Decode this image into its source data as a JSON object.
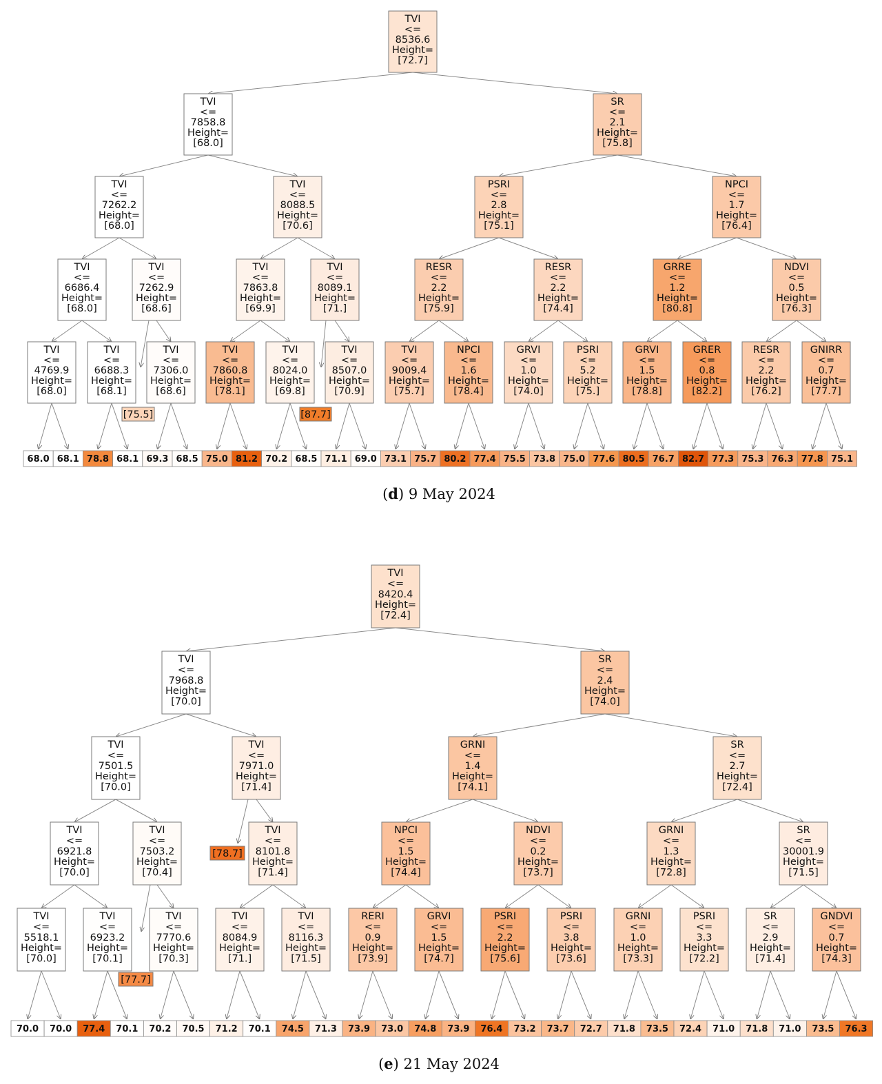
{
  "panels": [
    {
      "id": "d",
      "caption": {
        "letter": "d",
        "text": " 9 May 2024"
      },
      "nodes": [
        {
          "id": "n0",
          "feature": "TVI",
          "value": "8536.6",
          "height": "[72.7]",
          "color": "#fde4d2"
        },
        {
          "id": "n1",
          "feature": "TVI",
          "value": "7858.8",
          "height": "[68.0]",
          "color": "#ffffff"
        },
        {
          "id": "n2",
          "feature": "SR",
          "value": "2.1",
          "height": "[75.8]",
          "color": "#fbcdaf"
        },
        {
          "id": "n3",
          "feature": "TVI",
          "value": "7262.2",
          "height": "[68.0]",
          "color": "#ffffff"
        },
        {
          "id": "n4",
          "feature": "TVI",
          "value": "8088.5",
          "height": "[70.6]",
          "color": "#fdefe5"
        },
        {
          "id": "n5",
          "feature": "PSRI",
          "value": "2.8",
          "height": "[75.1]",
          "color": "#fcd3b7"
        },
        {
          "id": "n6",
          "feature": "NPCI",
          "value": "1.7",
          "height": "[76.4]",
          "color": "#fbc9a8"
        },
        {
          "id": "n7",
          "feature": "TVI",
          "value": "6686.4",
          "height": "[68.0]",
          "color": "#ffffff"
        },
        {
          "id": "n8",
          "feature": "TVI",
          "value": "7262.9",
          "height": "[68.6]",
          "color": "#fffcfa"
        },
        {
          "id": "n9",
          "feature": "TVI",
          "value": "7863.8",
          "height": "[69.9]",
          "color": "#fef3eb"
        },
        {
          "id": "n10",
          "feature": "TVI",
          "value": "8089.1",
          "height": "[71.]",
          "color": "#fdebdf"
        },
        {
          "id": "n11",
          "feature": "RESR",
          "value": "2.2",
          "height": "[75.9]",
          "color": "#fbcdaf"
        },
        {
          "id": "n12",
          "feature": "RESR",
          "value": "2.2",
          "height": "[74.4]",
          "color": "#fcd7bf"
        },
        {
          "id": "n13",
          "feature": "GRRE",
          "value": "1.2",
          "height": "[80.8]",
          "color": "#f7a66d"
        },
        {
          "id": "n14",
          "feature": "NDVI",
          "value": "0.5",
          "height": "[76.3]",
          "color": "#fbcaa9"
        },
        {
          "id": "n15",
          "feature": "TVI",
          "value": "4769.9",
          "height": "[68.0]",
          "color": "#ffffff"
        },
        {
          "id": "n16",
          "feature": "TVI",
          "value": "6688.3",
          "height": "[68.1]",
          "color": "#ffffff"
        },
        {
          "id": "n17",
          "feature": "TVI",
          "value": "7306.0",
          "height": "[68.6]",
          "color": "#fffcfa"
        },
        {
          "id": "n18",
          "feature": "TVI",
          "value": "7860.8",
          "height": "[78.1]",
          "color": "#f9bb91"
        },
        {
          "id": "n19",
          "feature": "TVI",
          "value": "8024.0",
          "height": "[69.8]",
          "color": "#fef3eb"
        },
        {
          "id": "n20",
          "feature": "TVI",
          "value": "8507.0",
          "height": "[70.9]",
          "color": "#fdede1"
        },
        {
          "id": "n21",
          "feature": "TVI",
          "value": "9009.4",
          "height": "[75.7]",
          "color": "#fbcdb0"
        },
        {
          "id": "n22",
          "feature": "NPCI",
          "value": "1.6",
          "height": "[78.4]",
          "color": "#f9b98e"
        },
        {
          "id": "n23",
          "feature": "GRVI",
          "value": "1.0",
          "height": "[74.0]",
          "color": "#fcdac3"
        },
        {
          "id": "n24",
          "feature": "PSRI",
          "value": "5.2",
          "height": "[75.]",
          "color": "#fcd3b7"
        },
        {
          "id": "n25",
          "feature": "GRVI",
          "value": "1.5",
          "height": "[78.8]",
          "color": "#f9b588"
        },
        {
          "id": "n26",
          "feature": "GRER",
          "value": "0.8",
          "height": "[82.2]",
          "color": "#f69a5b"
        },
        {
          "id": "n27",
          "feature": "RESR",
          "value": "2.2",
          "height": "[76.2]",
          "color": "#fbcaa9"
        },
        {
          "id": "n28",
          "feature": "GNIRR",
          "value": "0.7",
          "height": "[77.7]",
          "color": "#fabf97"
        },
        {
          "id": "s1",
          "leaf": "[75.5]",
          "color": "#fcd4b8"
        },
        {
          "id": "s2",
          "leaf": "[87.7]",
          "color": "#f07d2a"
        }
      ],
      "leaves": [
        {
          "value": "68.0",
          "color": "#ffffff"
        },
        {
          "value": "68.1",
          "color": "#ffffff"
        },
        {
          "value": "78.8",
          "color": "#f3893d"
        },
        {
          "value": "68.1",
          "color": "#ffffff"
        },
        {
          "value": "69.3",
          "color": "#fffaf6"
        },
        {
          "value": "68.5",
          "color": "#fffdfb"
        },
        {
          "value": "75.0",
          "color": "#f9b68b"
        },
        {
          "value": "81.2",
          "color": "#e8600f"
        },
        {
          "value": "70.2",
          "color": "#fff3ea"
        },
        {
          "value": "68.5",
          "color": "#fffdfb"
        },
        {
          "value": "71.1",
          "color": "#feeee2"
        },
        {
          "value": "69.0",
          "color": "#fffbf8"
        },
        {
          "value": "73.1",
          "color": "#fbcdb0"
        },
        {
          "value": "75.7",
          "color": "#f9b185"
        },
        {
          "value": "80.2",
          "color": "#ee7124"
        },
        {
          "value": "77.4",
          "color": "#f69a5b"
        },
        {
          "value": "75.5",
          "color": "#f9b387"
        },
        {
          "value": "73.8",
          "color": "#fac5a2"
        },
        {
          "value": "75.0",
          "color": "#f9b68b"
        },
        {
          "value": "77.6",
          "color": "#f5984f"
        },
        {
          "value": "80.5",
          "color": "#ec6d1e"
        },
        {
          "value": "76.7",
          "color": "#f7a266"
        },
        {
          "value": "82.7",
          "color": "#e0550a"
        },
        {
          "value": "77.3",
          "color": "#f69b5c"
        },
        {
          "value": "75.3",
          "color": "#f9b489"
        },
        {
          "value": "76.3",
          "color": "#f8a872"
        },
        {
          "value": "77.8",
          "color": "#f59650"
        },
        {
          "value": "75.1",
          "color": "#f9b58a"
        }
      ]
    },
    {
      "id": "e",
      "caption": {
        "letter": "e",
        "text": " 21 May 2024"
      },
      "nodes": [
        {
          "id": "n0",
          "feature": "TVI",
          "value": "8420.4",
          "height": "[72.4]",
          "color": "#fde1cc"
        },
        {
          "id": "n1",
          "feature": "TVI",
          "value": "7968.8",
          "height": "[70.0]",
          "color": "#ffffff"
        },
        {
          "id": "n2",
          "feature": "SR",
          "value": "2.4",
          "height": "[74.0]",
          "color": "#fbc6a2"
        },
        {
          "id": "n3",
          "feature": "TVI",
          "value": "7501.5",
          "height": "[70.0]",
          "color": "#ffffff"
        },
        {
          "id": "n4",
          "feature": "TVI",
          "value": "7971.0",
          "height": "[71.4]",
          "color": "#feeee3"
        },
        {
          "id": "n5",
          "feature": "GRNI",
          "value": "1.4",
          "height": "[74.1]",
          "color": "#fbc6a2"
        },
        {
          "id": "n6",
          "feature": "SR",
          "value": "2.7",
          "height": "[72.4]",
          "color": "#fde1cc"
        },
        {
          "id": "n7",
          "feature": "TVI",
          "value": "6921.8",
          "height": "[70.0]",
          "color": "#ffffff"
        },
        {
          "id": "n8",
          "feature": "TVI",
          "value": "7503.2",
          "height": "[70.4]",
          "color": "#fffbf7"
        },
        {
          "id": "n9",
          "feature": "TVI",
          "value": "8101.8",
          "height": "[71.4]",
          "color": "#feeee3"
        },
        {
          "id": "n10",
          "feature": "NPCI",
          "value": "1.5",
          "height": "[74.4]",
          "color": "#fbc09a"
        },
        {
          "id": "n11",
          "feature": "NDVI",
          "value": "0.2",
          "height": "[73.7]",
          "color": "#fccbab"
        },
        {
          "id": "n12",
          "feature": "GRNI",
          "value": "1.3",
          "height": "[72.8]",
          "color": "#fcdac2"
        },
        {
          "id": "n13",
          "feature": "SR",
          "value": "30001.9",
          "height": "[71.5]",
          "color": "#feece0"
        },
        {
          "id": "n14",
          "feature": "TVI",
          "value": "5518.1",
          "height": "[70.0]",
          "color": "#ffffff"
        },
        {
          "id": "n15",
          "feature": "TVI",
          "value": "6923.2",
          "height": "[70.1]",
          "color": "#fffefd"
        },
        {
          "id": "n16",
          "feature": "TVI",
          "value": "7770.6",
          "height": "[70.3]",
          "color": "#fffcf9"
        },
        {
          "id": "n17",
          "feature": "TVI",
          "value": "8084.9",
          "height": "[71.]",
          "color": "#fef2e9"
        },
        {
          "id": "n18",
          "feature": "TVI",
          "value": "8116.3",
          "height": "[71.5]",
          "color": "#feece0"
        },
        {
          "id": "n19",
          "feature": "RERI",
          "value": "0.9",
          "height": "[73.9]",
          "color": "#fcc8a6"
        },
        {
          "id": "n20",
          "feature": "GRVI",
          "value": "1.5",
          "height": "[74.7]",
          "color": "#fabc93"
        },
        {
          "id": "n21",
          "feature": "PSRI",
          "value": "2.2",
          "height": "[75.6]",
          "color": "#f8a974"
        },
        {
          "id": "n22",
          "feature": "PSRI",
          "value": "3.8",
          "height": "[73.6]",
          "color": "#fccdae"
        },
        {
          "id": "n23",
          "feature": "GRNI",
          "value": "1.0",
          "height": "[73.3]",
          "color": "#fcd1b4"
        },
        {
          "id": "n24",
          "feature": "PSRI",
          "value": "3.3",
          "height": "[72.2]",
          "color": "#fde2ce"
        },
        {
          "id": "n25",
          "feature": "SR",
          "value": "2.9",
          "height": "[71.4]",
          "color": "#feeee3"
        },
        {
          "id": "n26",
          "feature": "GNDVI",
          "value": "0.7",
          "height": "[74.3]",
          "color": "#fbc19c"
        },
        {
          "id": "s1",
          "leaf": "[78.7]",
          "color": "#f06f21"
        },
        {
          "id": "s2",
          "leaf": "[77.7]",
          "color": "#f58a45"
        }
      ],
      "leaves": [
        {
          "value": "70.0",
          "color": "#ffffff"
        },
        {
          "value": "70.0",
          "color": "#ffffff"
        },
        {
          "value": "77.4",
          "color": "#e8600f"
        },
        {
          "value": "70.1",
          "color": "#fffefd"
        },
        {
          "value": "70.2",
          "color": "#fffcfa"
        },
        {
          "value": "70.5",
          "color": "#fff9f5"
        },
        {
          "value": "71.2",
          "color": "#fef1e7"
        },
        {
          "value": "70.1",
          "color": "#fffefd"
        },
        {
          "value": "74.5",
          "color": "#f8a46b"
        },
        {
          "value": "71.3",
          "color": "#fef0e6"
        },
        {
          "value": "73.9",
          "color": "#fab383"
        },
        {
          "value": "73.0",
          "color": "#fbc7a4"
        },
        {
          "value": "74.8",
          "color": "#f79e60"
        },
        {
          "value": "73.9",
          "color": "#fab383"
        },
        {
          "value": "76.4",
          "color": "#ef7524"
        },
        {
          "value": "73.2",
          "color": "#fbc39e"
        },
        {
          "value": "73.7",
          "color": "#fab788"
        },
        {
          "value": "72.7",
          "color": "#fccbaa"
        },
        {
          "value": "71.8",
          "color": "#fde0cc"
        },
        {
          "value": "73.5",
          "color": "#fabc90"
        },
        {
          "value": "72.4",
          "color": "#fcd3b6"
        },
        {
          "value": "71.0",
          "color": "#fef3eb"
        },
        {
          "value": "71.8",
          "color": "#fde0cc"
        },
        {
          "value": "71.0",
          "color": "#fef3eb"
        },
        {
          "value": "73.5",
          "color": "#fabc90"
        },
        {
          "value": "76.3",
          "color": "#f07726"
        }
      ]
    }
  ]
}
